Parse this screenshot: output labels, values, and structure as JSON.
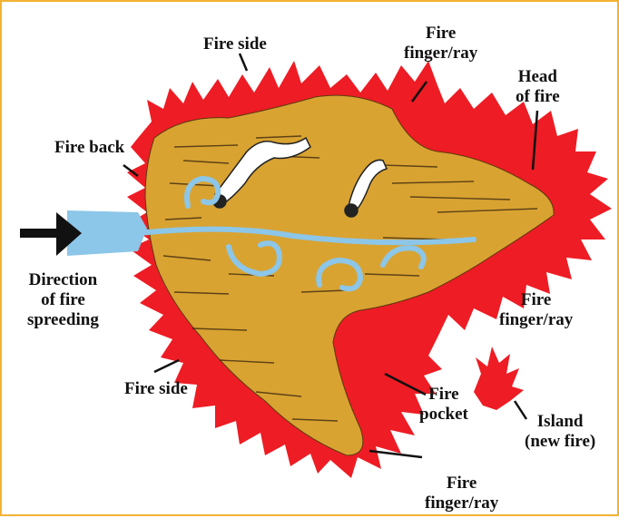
{
  "labels": {
    "fire_side_top": "Fire side",
    "finger_top": [
      "Fire",
      "finger/ray"
    ],
    "head": [
      "Head",
      "of fire"
    ],
    "fire_back": "Fire back",
    "direction": [
      "Direction",
      "of fire",
      "spreeding"
    ],
    "finger_right": [
      "Fire",
      "finger/ray"
    ],
    "fire_side_bottom": "Fire side",
    "pocket": [
      "Fire",
      "pocket"
    ],
    "island": [
      "Island",
      "(new fire)"
    ],
    "finger_bottom": [
      "Fire",
      "finger/ray"
    ]
  },
  "colors": {
    "flame": "#ee1c24",
    "burnt_area": "#d9a332",
    "wind": "#8cc6e8",
    "arrow": "#111111",
    "frame": "#f2b233"
  }
}
